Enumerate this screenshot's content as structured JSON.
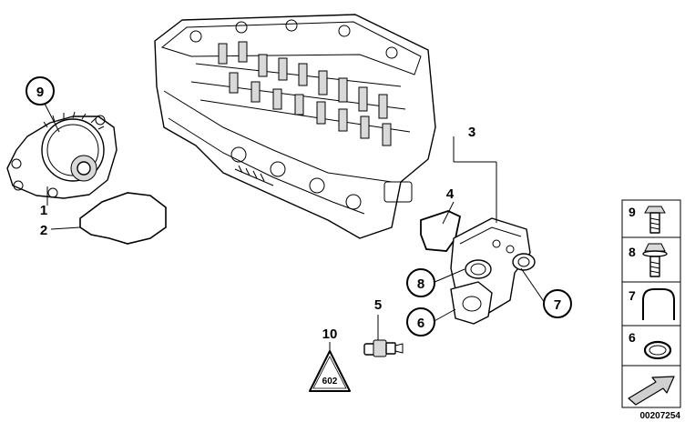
{
  "callouts": {
    "c1": "1",
    "c2": "2",
    "c3": "3",
    "c4": "4",
    "c5": "5",
    "c6": "6",
    "c7": "7",
    "c8": "8",
    "c9": "9",
    "c10": "10"
  },
  "legend": {
    "l9": "9",
    "l8": "8",
    "l7": "7",
    "l6": "6"
  },
  "catalog_number": "00207254",
  "warning_symbol_text": "602"
}
